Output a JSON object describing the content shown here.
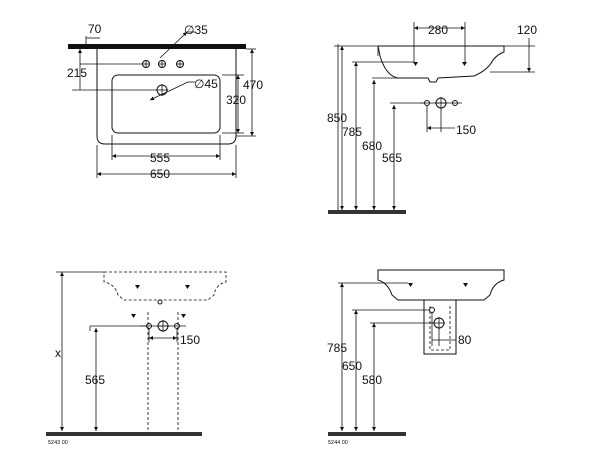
{
  "top_view": {
    "dim_70": "70",
    "dim_diameter_35": "∅35",
    "dim_215": "215",
    "dim_diameter_45": "∅45",
    "dim_470": "470",
    "dim_320": "320",
    "dim_555": "555",
    "dim_650": "650"
  },
  "side_view": {
    "dim_280": "280",
    "dim_120": "120",
    "dim_850": "850",
    "dim_785": "785",
    "dim_680": "680",
    "dim_565": "565",
    "dim_150": "150"
  },
  "front_pedestal_view": {
    "dim_x": "x",
    "dim_150": "150",
    "dim_565": "565",
    "code": "5243 00"
  },
  "front_semi_pedestal_view": {
    "dim_785": "785",
    "dim_650": "650",
    "dim_580": "580",
    "dim_80": "80",
    "code": "5244 00"
  }
}
